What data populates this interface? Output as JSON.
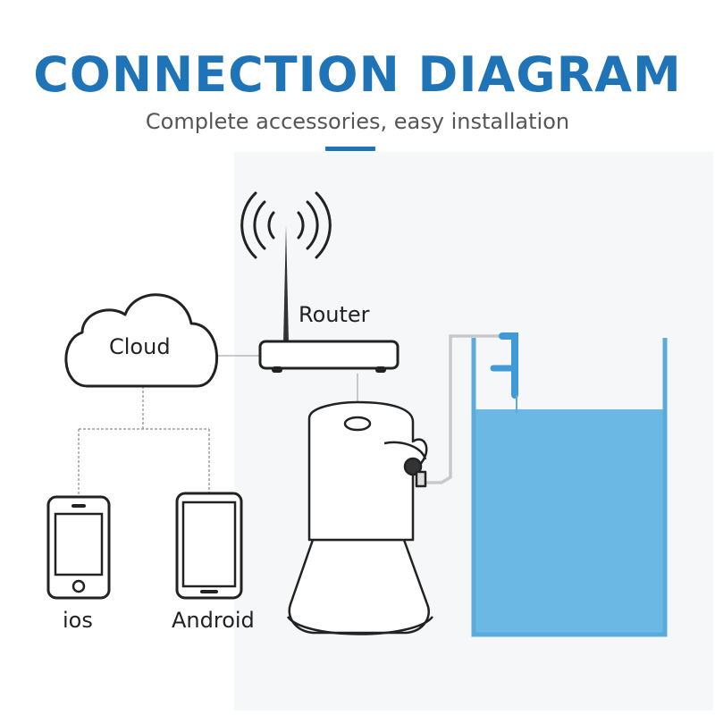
{
  "header": {
    "title": "CONNECTION DIAGRAM",
    "subtitle": "Complete accessories, easy installation"
  },
  "nodes": {
    "cloud": "Cloud",
    "router": "Router",
    "ios": "ios",
    "android": "Android"
  },
  "colors": {
    "accent": "#1f73b7",
    "water": "#6cb8e4",
    "pipe_blue": "#3f9ad6",
    "outline": "#222222"
  }
}
